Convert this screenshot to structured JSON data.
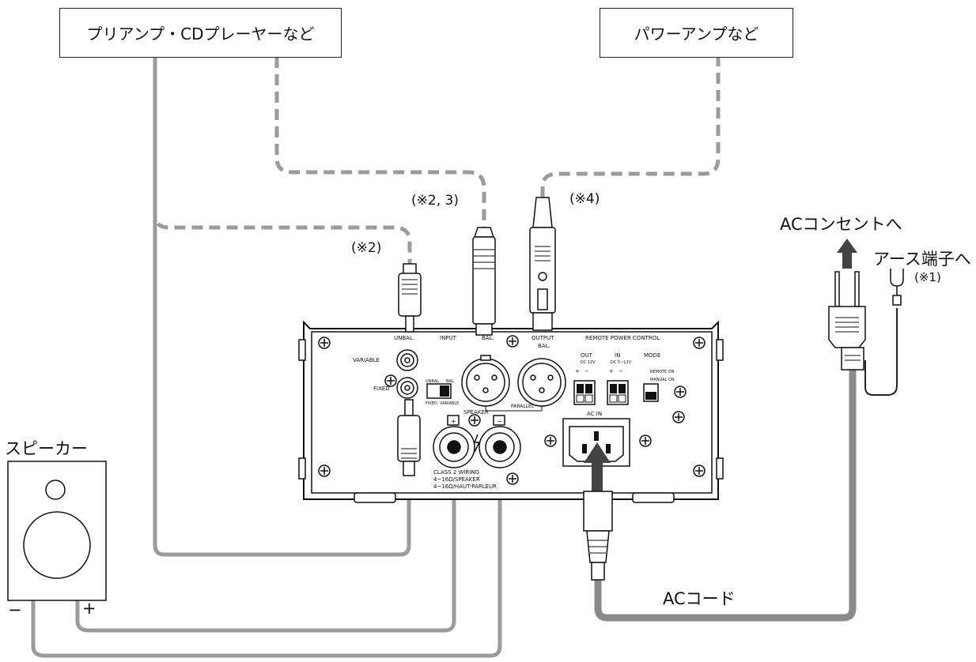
{
  "boxes": {
    "source": "プリアンプ・CDプレーヤーなど",
    "power_amp": "パワーアンプなど"
  },
  "notes": {
    "note_23": "(※2, 3)",
    "note_4": "(※4)",
    "note_2": "(※2)",
    "note_1": "(※1)"
  },
  "labels": {
    "ac_outlet": "ACコンセントへ",
    "earth": "アース端子へ",
    "speaker": "スピーカー",
    "ac_cord": "ACコード",
    "minus": "−",
    "plus": "+"
  },
  "panel": {
    "unbal": "UNBAL.",
    "input": "INPUT",
    "bal": "BAL.",
    "output": "OUTPUT",
    "output_bal": "BAL.",
    "remote_power": "REMOTE POWER CONTROL",
    "variable": "VARIABLE",
    "fixed": "FIXED",
    "sw_unbal": "UNBAL.",
    "sw_bal": "BAL.",
    "sw_fixed": "FIXED",
    "sw_variable": "VARIABLE",
    "parallel": "PARALLEL",
    "speaker": "SPEAKER",
    "out": "OUT",
    "out_dc": "DC 12V",
    "in": "IN",
    "in_dc": "DC 5~12V",
    "mode": "MODE",
    "remote_on": "REMOTE ON",
    "manual_on": "MANUAL ON",
    "ac_in": "AC  IN",
    "class2": "CLASS 2 WIRING",
    "imp1": "4~16Ω/SPEAKER",
    "imp2": "4~16Ω/HAUT-PARLEUR",
    "pm_plus": "+",
    "pm_minus": "−"
  },
  "colors": {
    "cable": "#9b9b9b",
    "ac_cable": "#8a8a8a",
    "line": "#111111"
  }
}
